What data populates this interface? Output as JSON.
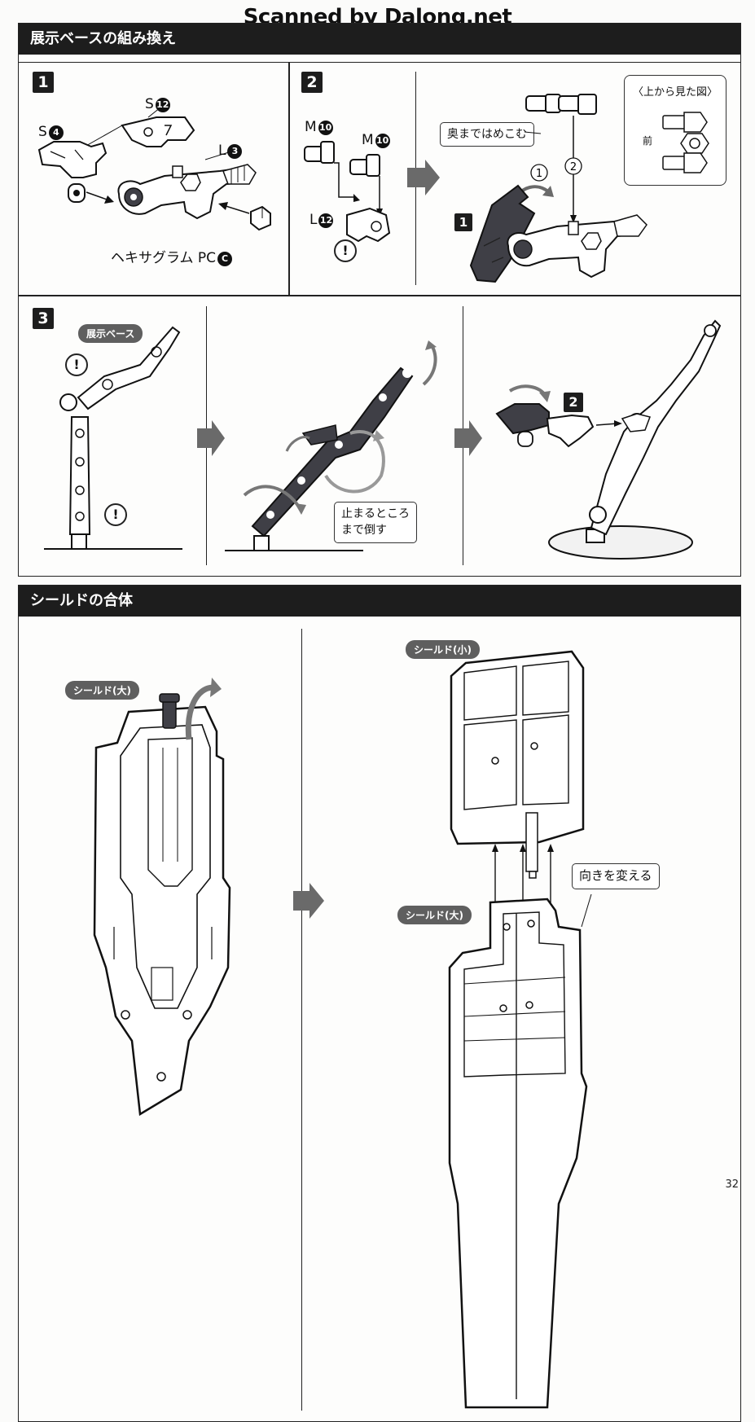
{
  "watermark": "Scanned by Dalong.net",
  "section1": {
    "title": "展示ベースの組み換え",
    "step1": {
      "number": "1",
      "part_s12": "S",
      "part_s12_num": "12",
      "part_s4": "S",
      "part_s4_num": "4",
      "part_l3": "L",
      "part_l3_num": "3",
      "hexagram_label": "ヘキサグラム PC",
      "hexagram_num": "C"
    },
    "step2": {
      "number": "2",
      "part_m10a": "M",
      "part_m10a_num": "10",
      "part_m10b": "M",
      "part_m10b_num": "10",
      "part_l12": "L",
      "part_l12_num": "12",
      "callout": "奥まではめこむ",
      "order1": "1",
      "order2": "2",
      "sub_step_ref": "1",
      "top_view_title": "〈上から見た図〉",
      "top_view_front": "前"
    },
    "step3": {
      "number": "3",
      "stand_pill": "展示ベース",
      "callout_line1": "止まるところ",
      "callout_line2": "まで倒す",
      "sub_step_ref": "2"
    }
  },
  "section2": {
    "title": "シールドの合体",
    "shield_large_left": "シールド(大)",
    "shield_small": "シールド(小)",
    "shield_large_right": "シールド(大)",
    "callout": "向きを変える"
  },
  "page_number": "32",
  "colors": {
    "header_bg": "#1d1d1d",
    "part_dark": "#3f3f46",
    "pill_bg": "#5f5f5f",
    "arrow_gray": "#6a6a6a"
  }
}
